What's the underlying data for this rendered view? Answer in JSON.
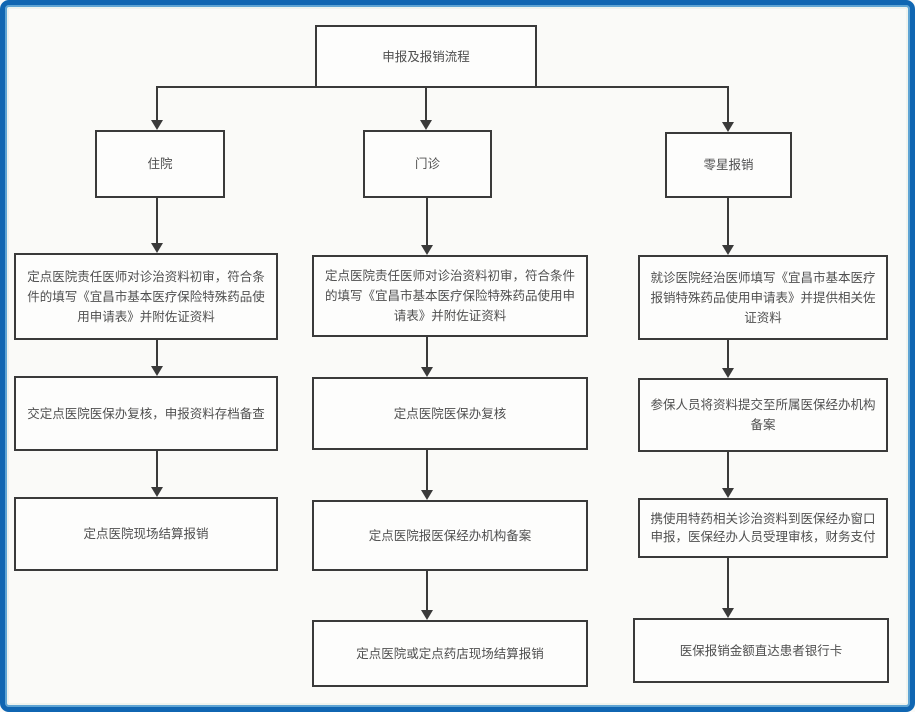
{
  "diagram_title": "申报及报销流程",
  "colors": {
    "outer_border": "#1066b2",
    "inner_border_highlight": "#5ea4d4",
    "box_border": "#3a3a3a",
    "box_fill": "#fdfdfc",
    "background": "#fafaf8",
    "text": "#4f4f4f",
    "connector": "#3a3a3a"
  },
  "flowchart": {
    "root": {
      "label": "申报及报销流程"
    },
    "columns": [
      {
        "header": "住院",
        "steps": [
          "定点医院责任医师对诊治资料初审，符合条件的填写《宜昌市基本医疗保险特殊药品使用申请表》并附佐证资料",
          "交定点医院医保办复核，申报资料存档备查",
          "定点医院现场结算报销"
        ]
      },
      {
        "header": "门诊",
        "steps": [
          "定点医院责任医师对诊治资料初审，符合条件的填写《宜昌市基本医疗保险特殊药品使用申请表》并附佐证资料",
          "定点医院医保办复核",
          "定点医院报医保经办机构备案",
          "定点医院或定点药店现场结算报销"
        ]
      },
      {
        "header": "零星报销",
        "steps": [
          "就诊医院经治医师填写《宜昌市基本医疗报销特殊药品使用申请表》并提供相关佐证资料",
          "参保人员将资料提交至所属医保经办机构备案",
          "携使用特药相关诊治资料到医保经办窗口申报，医保经办人员受理审核，财务支付",
          "医保报销金额直达患者银行卡"
        ]
      }
    ]
  }
}
